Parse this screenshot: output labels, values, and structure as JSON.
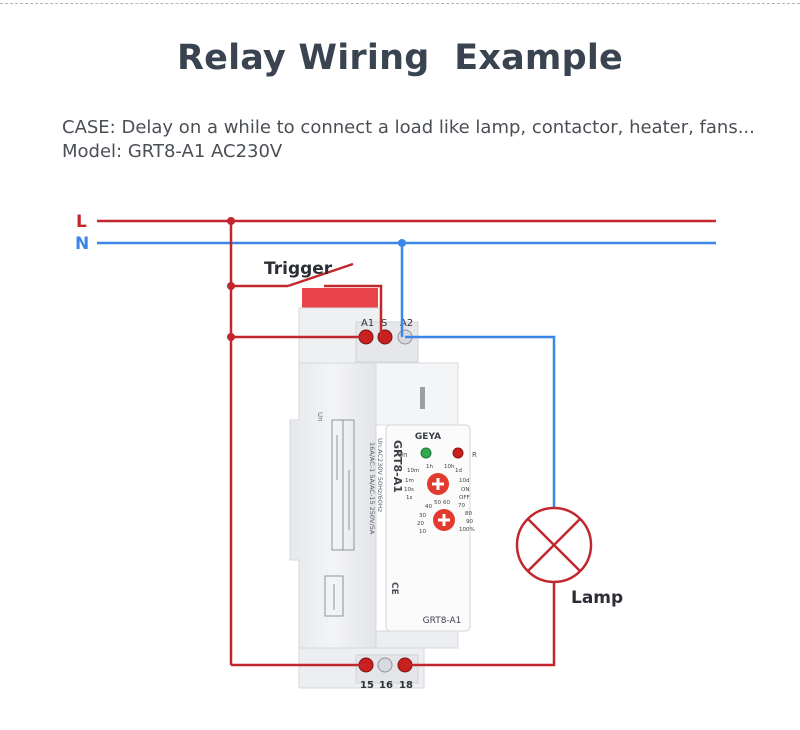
{
  "header": {
    "title": "Relay Wiring  Example",
    "case_text": "CASE: Delay on a while to connect a load like lamp, contactor, heater, fans...",
    "model_text": "Model: GRT8-A1 AC230V"
  },
  "lines": {
    "l_label": "L",
    "n_label": "N",
    "l_color": "#c1272d",
    "n_color": "#3b86e8"
  },
  "trigger_label": "Trigger",
  "lamp_label": "Lamp",
  "relay": {
    "brand": "GEYA",
    "model_vertical": "GRT8-A1",
    "model_front": "GRT8-A1",
    "spec_line1": "Un:AC230V 50Hz/60Hz",
    "spec_line2": "16A/AC-1 5A/AC-15 250V/5A",
    "ce_mark": "CE",
    "un_label": "Un",
    "r_label": "R",
    "top_terminals": [
      "A1",
      "S",
      "A2"
    ],
    "bottom_terminals": [
      "15",
      "16",
      "18"
    ],
    "time_scale": [
      "10m",
      "1h",
      "10h",
      "1m",
      "1d",
      "10s",
      "10d",
      "1s",
      "ON",
      "OFF"
    ],
    "percent_scale": [
      "40",
      "50",
      "60",
      "70",
      "30",
      "80",
      "20",
      "90",
      "10",
      "100%"
    ],
    "led_green": "#2fa84f",
    "led_red": "#c8201f",
    "knob_color": "#e23a2c"
  }
}
